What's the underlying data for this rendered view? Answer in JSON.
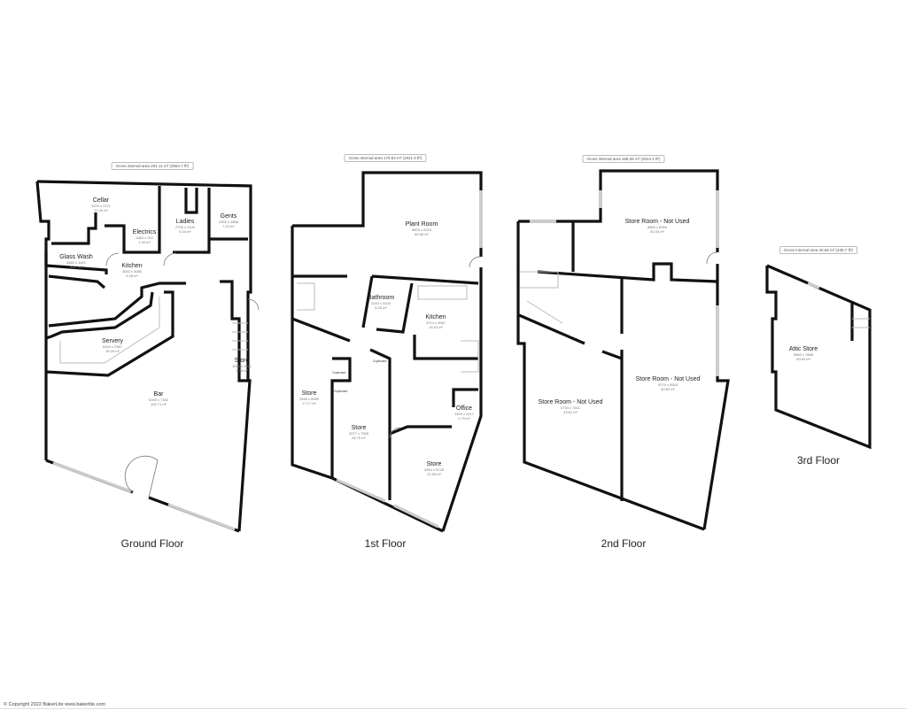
{
  "floors": [
    {
      "label": "Ground Floor",
      "gia": "Gross internal area 281.11 m² (2964.7 ft²)",
      "rooms": [
        {
          "name": "Cellar",
          "dims": "3370 x 2271",
          "area": "10.40 m²"
        },
        {
          "name": "Ladies",
          "dims": "2735 x 2100",
          "area": "5.34 m²"
        },
        {
          "name": "Gents",
          "dims": "2266 x 2868",
          "area": "7.23 m²"
        },
        {
          "name": "Electrics",
          "dims": "1584 x 910",
          "area": "1.45 m²"
        },
        {
          "name": "Glass Wash",
          "dims": "2660 x 1601",
          "area": "3.87 m²"
        },
        {
          "name": "Kitchen",
          "dims": "3053 x 3080",
          "area": "9.36 m²"
        },
        {
          "name": "Servery",
          "dims": "5194 x 2367",
          "area": "16.25 m²"
        },
        {
          "name": "Store",
          "dims": "1036 x 1971",
          "area": "1.78 m²"
        },
        {
          "name": "Bar",
          "dims": "5199 x 7182",
          "area": "102.71 m²"
        }
      ]
    },
    {
      "label": "1st Floor",
      "gia": "Gross internal area 178.53 m² (1921.8 ft²)",
      "rooms": [
        {
          "name": "Plant Room",
          "dims": "8603 x 6223",
          "area": "50.58 m²"
        },
        {
          "name": "Bathroom",
          "dims": "2240 x 3100",
          "area": "6.25 m²"
        },
        {
          "name": "Kitchen",
          "dims": "3714 x 3087",
          "area": "14.63 m²"
        },
        {
          "name": "Store",
          "dims": "2546 x 8080",
          "area": "17.17 m²"
        },
        {
          "name": "Store",
          "dims": "3077 x 7338",
          "area": "28.75 m²"
        },
        {
          "name": "Office",
          "dims": "1403 x 2017",
          "area": "2.79 m²"
        },
        {
          "name": "Store",
          "dims": "4944 x 5728",
          "area": "21.55 m²"
        }
      ],
      "cupboards": [
        "Cupboard",
        "Cupboard",
        "Cupboard"
      ]
    },
    {
      "label": "2nd Floor",
      "gia": "Gross internal area 166.05 m² (2024.1 ft²)",
      "rooms": [
        {
          "name": "Store Room - Not Used",
          "dims": "8583 x 6059",
          "area": "40.33 m²"
        },
        {
          "name": "Store Room - Not Used",
          "dims": "5734 x 7841",
          "area": "43.81 m²"
        },
        {
          "name": "Store Room - Not Used",
          "dims": "5279 x 8543",
          "area": "50.82 m²"
        }
      ]
    },
    {
      "label": "3rd Floor",
      "gia": "Gross internal area 40.68 m² (436.7 ft²)",
      "rooms": [
        {
          "name": "Attic Store",
          "dims": "5560 x 7658",
          "area": "40.64 m²"
        }
      ]
    }
  ],
  "copyright": "© Copyright 2022 BakerLite  www.bakerlite.com"
}
